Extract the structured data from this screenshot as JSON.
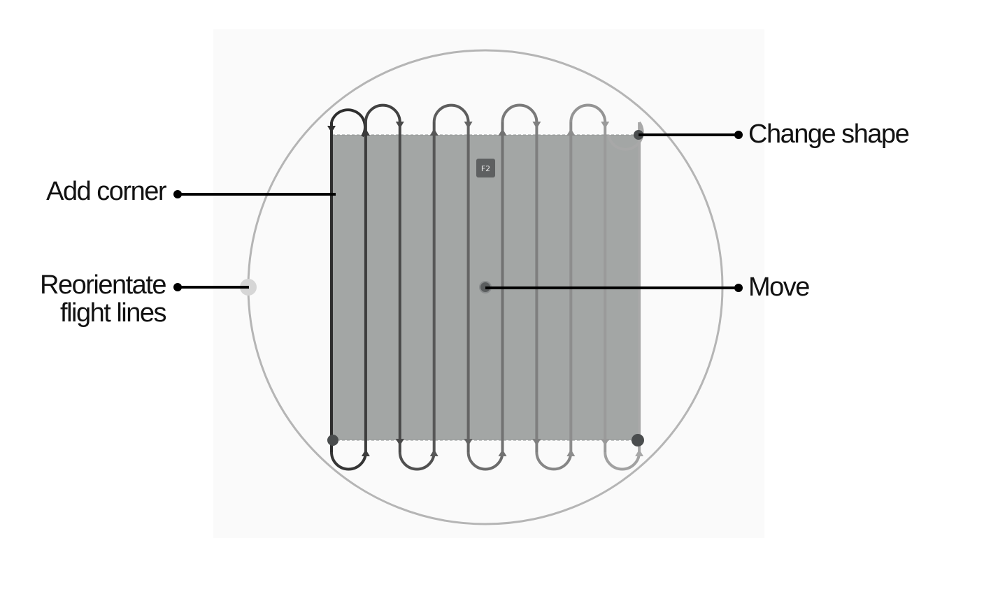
{
  "badge": {
    "label": "F2"
  },
  "callouts": {
    "change_shape": "Change shape",
    "add_corner": "Add corner",
    "reorientate_line1": "Reorientate",
    "reorientate_line2": "flight lines",
    "move": "Move"
  },
  "colors": {
    "panel_bg": "#fafafa",
    "circle_stroke": "#b5b5b5",
    "area_fill": "#a3a6a5",
    "path_stroke_dark": "#2e2e2e",
    "path_stroke_light": "#a8a8a8",
    "handle": "#4a4d4e",
    "reorient_handle": "#d6d6d6",
    "callout_line": "#000000"
  },
  "flight_path": {
    "line_count": 10,
    "direction_first": "down"
  }
}
